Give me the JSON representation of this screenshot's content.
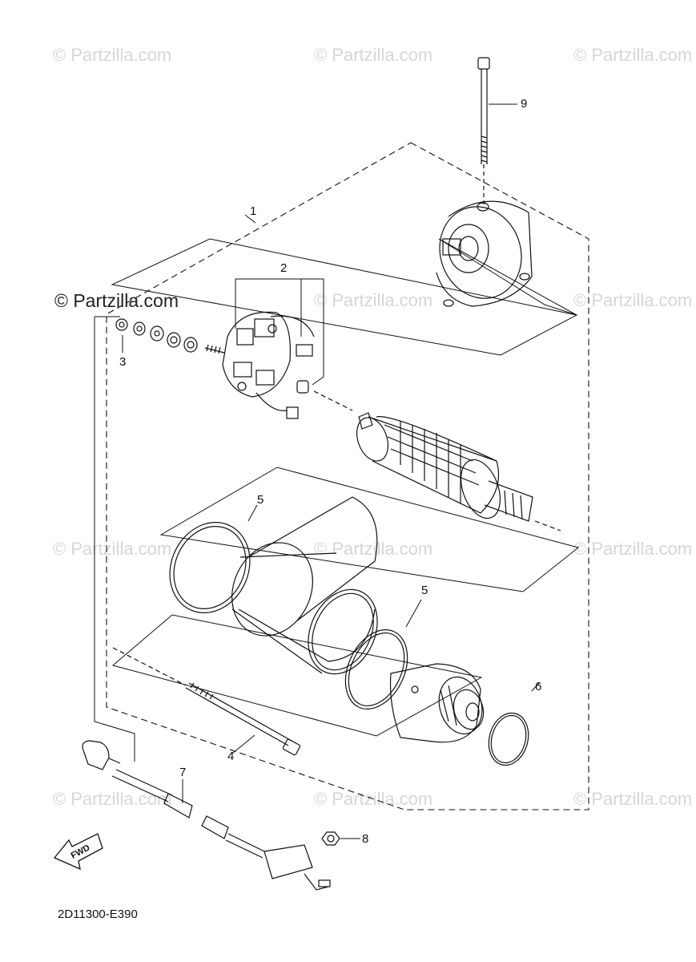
{
  "watermark": {
    "text": "© Partzilla.com",
    "main_text": "© Partzilla.com"
  },
  "callouts": [
    "1",
    "2",
    "3",
    "4",
    "5",
    "5",
    "6",
    "7",
    "8",
    "9"
  ],
  "diagram_code": "2D11300-E390",
  "fwd_label": "FWD"
}
